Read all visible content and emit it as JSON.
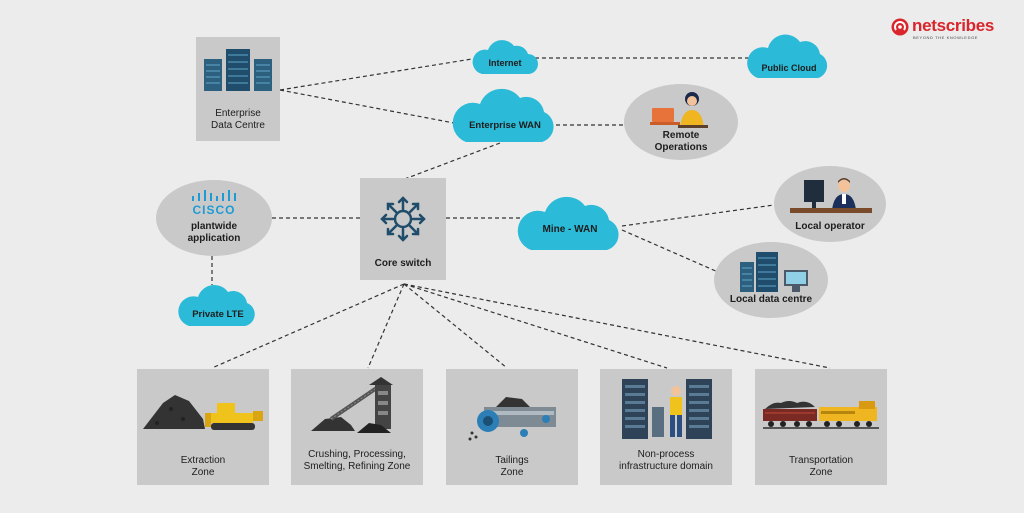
{
  "brand": {
    "name": "netscribes",
    "tagline": "BEYOND THE KNOWLEDGE"
  },
  "colors": {
    "cloud": "#2bbad7",
    "box": "#c9c9c9",
    "background": "#ececec",
    "brand": "#d9252b"
  },
  "nodes": {
    "internet": "Internet",
    "public_cloud": "Public Cloud",
    "enterprise_wan": "Enterprise WAN",
    "enterprise_dc_line1": "Enterprise",
    "enterprise_dc_line2": "Data Centre",
    "remote_ops_line1": "Remote",
    "remote_ops_line2": "Operations",
    "cisco": "CISCO",
    "plantwide_line1": "plantwide",
    "plantwide_line2": "application",
    "core_switch": "Core switch",
    "mine_wan": "Mine - WAN",
    "local_operator": "Local operator",
    "local_dc": "Local data centre",
    "private_lte": "Private LTE"
  },
  "zones": {
    "extraction_line1": "Extraction",
    "extraction_line2": "Zone",
    "crushing_line1": "Crushing, Processing,",
    "crushing_line2": "Smelting, Refining Zone",
    "tailings_line1": "Tailings",
    "tailings_line2": "Zone",
    "nonprocess_line1": "Non-process",
    "nonprocess_line2": "infrastructure domain",
    "transport_line1": "Transportation",
    "transport_line2": "Zone"
  }
}
